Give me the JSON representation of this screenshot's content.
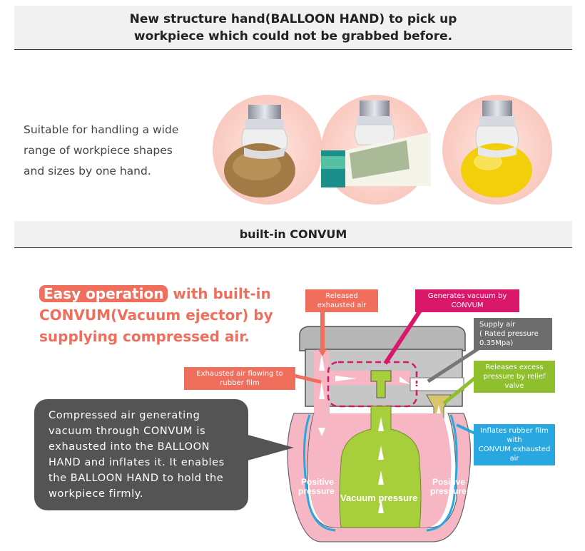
{
  "header": {
    "line1": "New structure hand(BALLOON HAND) to pick up",
    "line2": "workpiece which could not be grabbed before."
  },
  "intro": {
    "line1": "Suitable for handling a wide",
    "line2": "range of workpiece shapes",
    "line3": "and sizes by one hand."
  },
  "section": {
    "title": "built-in CONVUM"
  },
  "headline": {
    "pill": "Easy operation",
    "rest1": " with built-in",
    "line2": "CONVUM(Vacuum ejector) by",
    "line3": "supplying compressed air."
  },
  "bubble": {
    "line1": "Compressed air generating",
    "line2": "vacuum through CONVUM is",
    "line3": "exhausted into the BALLOON",
    "line4": "HAND and inflates it. It enables",
    "line5": "the BALLOON HAND to hold the",
    "line6": "workpiece firmly."
  },
  "diagram": {
    "released_exhausted_air": "Released exhausted air",
    "generates_vacuum": "Generates vacuum by CONVUM",
    "supply_air_line1": "Supply air",
    "supply_air_line2": "( Rated pressure 0.35Mpa)",
    "exhausted_air_flowing": "Exhausted air flowing to rubber film",
    "releases_excess_line1": "Releases excess",
    "releases_excess_line2": "pressure by relief valve",
    "inflates_line1": "Inflates rubber film with",
    "inflates_line2": "CONVUM exhausted air",
    "positive_left_1": "Positive",
    "positive_left_2": "pressure",
    "positive_right_1": "Positive",
    "positive_right_2": "pressure",
    "vacuum_pressure": "Vacuum pressure"
  },
  "colors": {
    "accent_coral": "#ef6e5c",
    "magenta": "#d9186a",
    "gray_tag": "#6d6d6d",
    "green": "#8fbf2c",
    "cyan": "#29a7e0",
    "pink_fill": "#f6b6c3",
    "green_fill": "#a7cf3b"
  },
  "icons": [
    "potato-image",
    "tube-image",
    "lemon-image",
    "arrow-icon"
  ]
}
